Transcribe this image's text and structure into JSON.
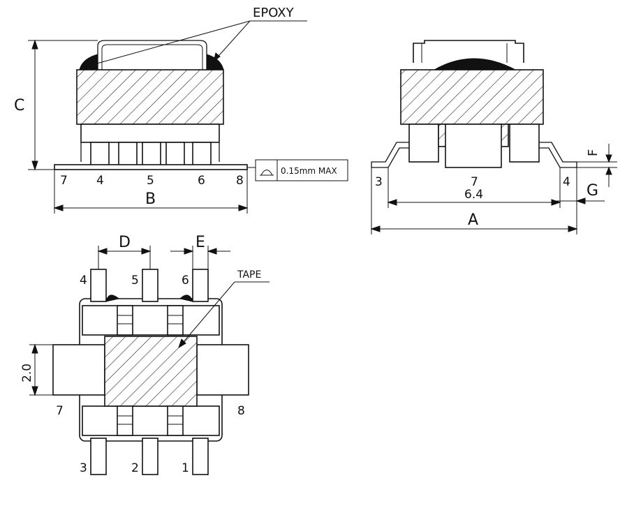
{
  "labels": {
    "epoxy": "EPOXY",
    "tape": "TAPE",
    "flatness": "0.15mm MAX",
    "dim_a": "A",
    "dim_b": "B",
    "dim_c": "C",
    "dim_d": "D",
    "dim_e": "E",
    "dim_f": "F",
    "dim_g": "G",
    "dim_64": "6.4",
    "dim_20": "2.0"
  },
  "front_view_pins": [
    "7",
    "4",
    "5",
    "6",
    "8"
  ],
  "side_view_pins": [
    "3",
    "7",
    "4"
  ],
  "top_view_pins": {
    "top_row": [
      "4",
      "5",
      "6"
    ],
    "left": "7",
    "right": "8",
    "bottom_row": [
      "3",
      "2",
      "1"
    ]
  }
}
